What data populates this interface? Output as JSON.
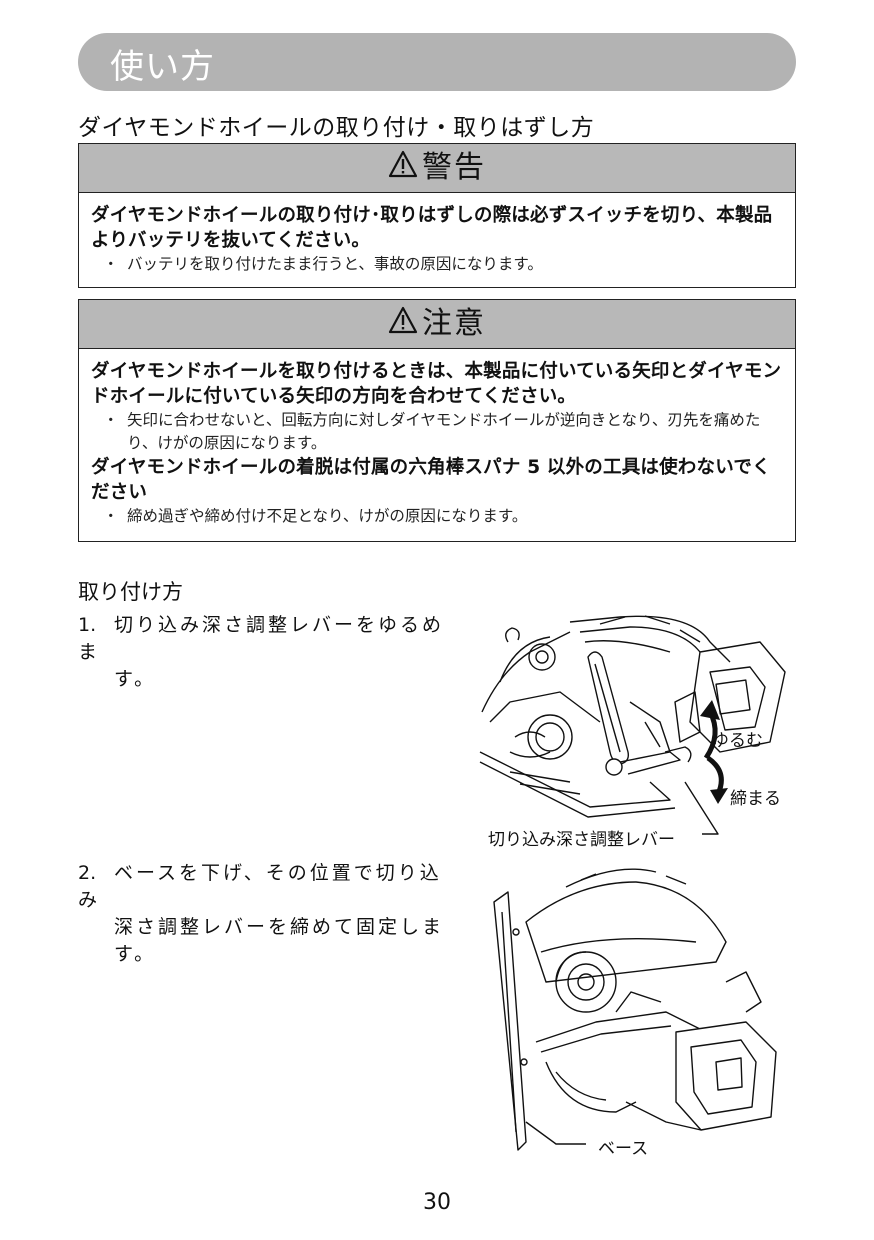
{
  "section_header": "使い方",
  "heading": "ダイヤモンドホイールの取り付け・取りはずし方",
  "warning": {
    "title": "警告",
    "main": "ダイヤモンドホイールの取り付け･取りはずしの際は必ずスイッチを切り、本製品よりバッテリを抜いてください。",
    "note": "バッテリを取り付けたまま行うと、事故の原因になります。"
  },
  "caution": {
    "title": "注意",
    "main1": "ダイヤモンドホイールを取り付けるときは、本製品に付いている矢印とダイヤモンドホイールに付いている矢印の方向を合わせてください。",
    "note1": "矢印に合わせないと、回転方向に対しダイヤモンドホイールが逆向きとなり、刃先を痛めたり、けがの原因になります。",
    "main2": "ダイヤモンドホイールの着脱は付属の六角棒スパナ 5 以外の工具は使わないでください",
    "note2": "締め過ぎや締め付け不足となり、けがの原因になります。"
  },
  "subheading": "取り付け方",
  "steps": [
    {
      "num": "1.",
      "line1": "切り込み深さ調整レバーをゆるめま",
      "line2": "す。"
    },
    {
      "num": "2.",
      "line1": "ベースを下げ、その位置で切り込み",
      "line2": "深さ調整レバーを締めて固定しま",
      "line3": "す。"
    }
  ],
  "figure1": {
    "loosen": "ゆるむ",
    "tighten": "締まる",
    "lever": "切り込み深さ調整レバー"
  },
  "figure2": {
    "base": "ベース"
  },
  "page_number": "30"
}
